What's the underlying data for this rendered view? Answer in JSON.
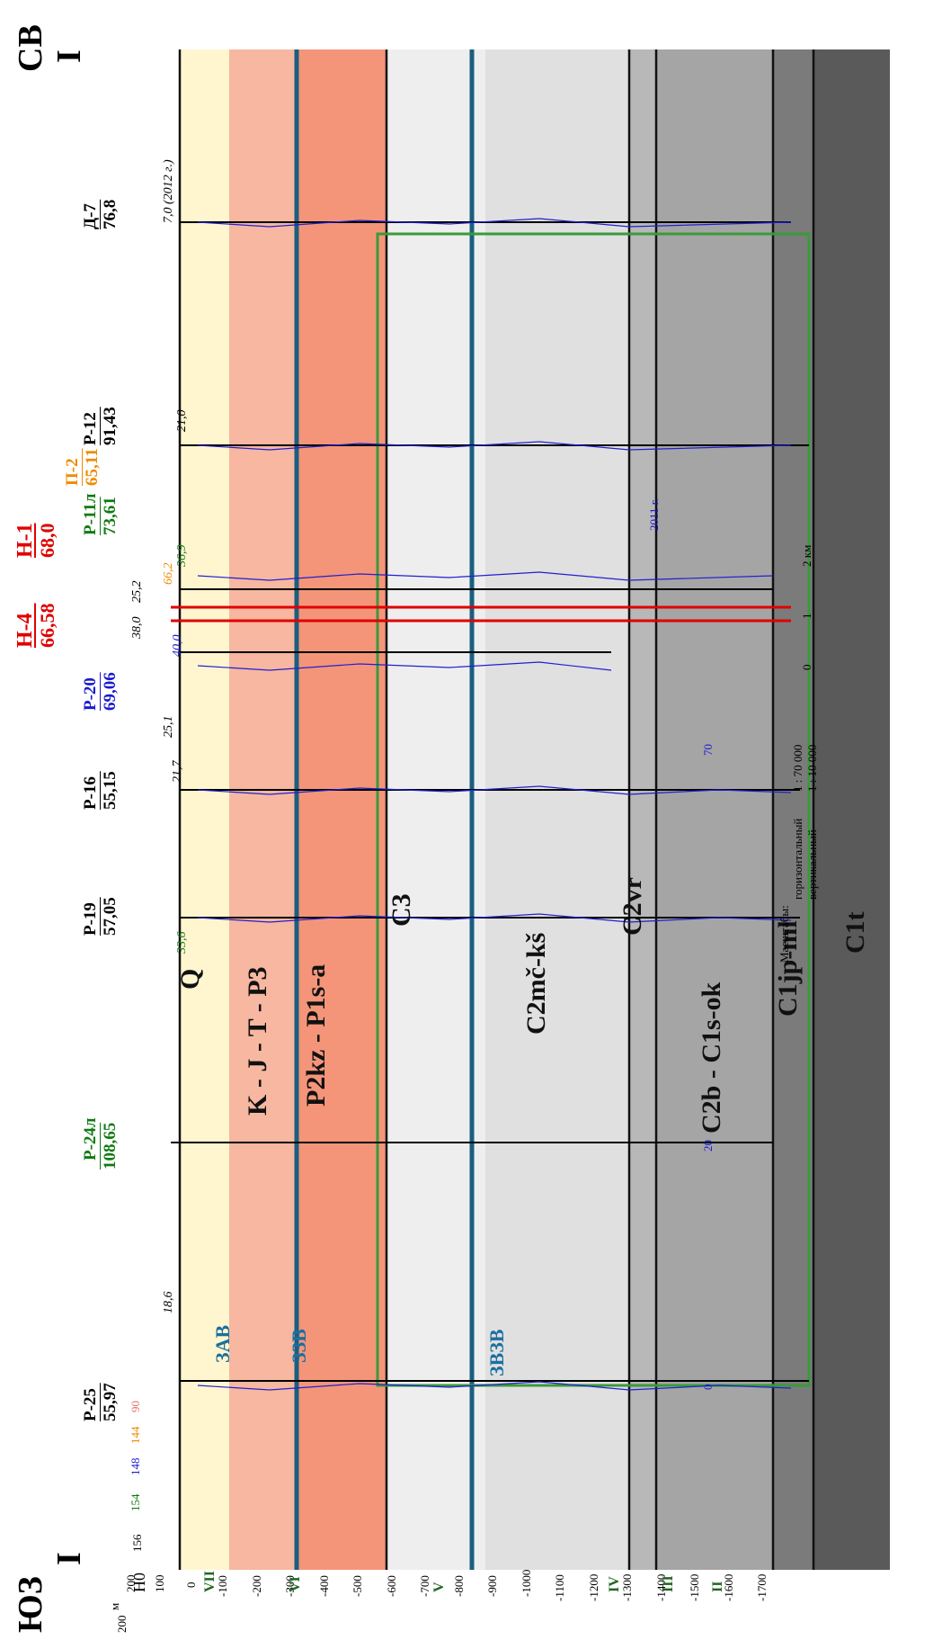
{
  "profile": {
    "start_label": "I",
    "end_label": "I",
    "sw": "ЮЗ",
    "ne": "СВ",
    "unit_m": "м",
    "unit_top": "200 м"
  },
  "depth_ticks": [
    "200",
    "100",
    "0",
    "-100",
    "-200",
    "-300",
    "-400",
    "-500",
    "-600",
    "-700",
    "-800",
    "-900",
    "-1000",
    "-1100",
    "-1200",
    "-1300",
    "-1400",
    "-1500",
    "-1600",
    "-1700"
  ],
  "wells": [
    {
      "name": "Р-25",
      "alt": "55,97",
      "color": "#000000"
    },
    {
      "name": "Р-24л",
      "alt": "108,65",
      "color": "#117a11"
    },
    {
      "name": "Р-19",
      "alt": "57,05",
      "color": "#000000"
    },
    {
      "name": "Р-16",
      "alt": "55,15",
      "color": "#000000"
    },
    {
      "name": "Р-20",
      "alt": "69,06",
      "color": "#1a1ad0"
    },
    {
      "name": "Н-4",
      "alt": "66,58",
      "color": "#e00000"
    },
    {
      "name": "Н-1",
      "alt": "68,0",
      "color": "#e00000"
    },
    {
      "name": "Р-11л",
      "alt": "73,61",
      "color": "#117a11"
    },
    {
      "name": "П-2",
      "alt": "65,11",
      "color": "#f08a00"
    },
    {
      "name": "Р-12",
      "alt": "91,43",
      "color": "#000000"
    },
    {
      "name": "Д-7",
      "alt": "76,8",
      "color": "#000000"
    }
  ],
  "strata": [
    "Q",
    "K - J - T - P3",
    "P2kz - P1s-a",
    "C3",
    "C2mč-kš",
    "C2vr",
    "C2b - C1s-ok",
    "C1jp-ml",
    "C1t"
  ],
  "zones": [
    "ЗАВ",
    "ЗЗВ",
    "ЗВЗВ"
  ],
  "complexes": [
    "VII",
    "VI",
    "V",
    "IV",
    "III",
    "II"
  ],
  "water_levels": [
    "18,6",
    "33,6",
    "21,7",
    "25,1",
    "40,0",
    "38,0",
    "25,2",
    "66,2",
    "36,9",
    "21,0",
    "7,0 (2012 г.)"
  ],
  "legend_depths": [
    "156",
    "154",
    "148",
    "144",
    "90"
  ],
  "h0": "H0",
  "log_ticks": [
    "0",
    "20",
    "70",
    "2011 г."
  ],
  "scale": {
    "title": "Масштабы:",
    "horizontal": "горизонтальный",
    "h_ratio": "1 : 70 000",
    "vertical": "вертикальный",
    "v_ratio": "1 : 10 000",
    "km0": "0",
    "km1": "1",
    "km2": "2 км"
  }
}
